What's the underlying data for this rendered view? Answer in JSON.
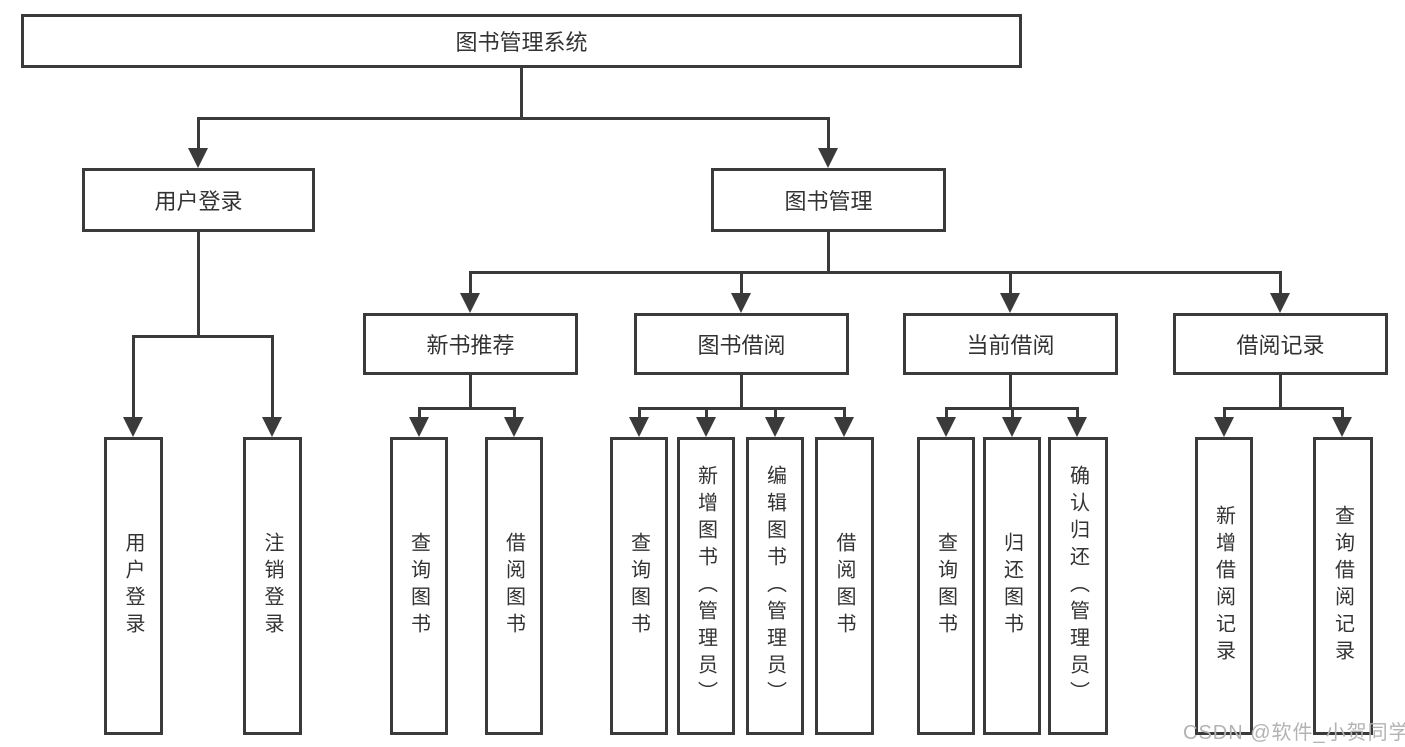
{
  "colors": {
    "line": "#3a3a3a",
    "text": "#333333",
    "box_bg": "#ffffff",
    "watermark": "#b3b3b3"
  },
  "nodes": {
    "root": "图书管理系统",
    "level2": [
      "用户登录",
      "图书管理"
    ],
    "level3": [
      "新书推荐",
      "图书借阅",
      "当前借阅",
      "借阅记录"
    ],
    "leaves_user": [
      "用户登录",
      "注销登录"
    ],
    "leaves_new": [
      "查询图书",
      "借阅图书"
    ],
    "leaves_borrow": [
      "查询图书",
      "新增图书（管理员）",
      "编辑图书（管理员）",
      "借阅图书"
    ],
    "leaves_current": [
      "查询图书",
      "归还图书",
      "确认归还（管理员）"
    ],
    "leaves_record": [
      "新增借阅记录",
      "查询借阅记录"
    ]
  },
  "watermark": "CSDN @软件_小贺同学"
}
